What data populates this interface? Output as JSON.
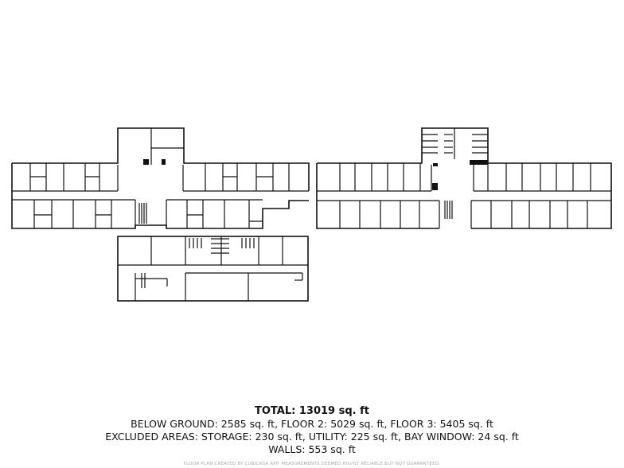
{
  "summary": {
    "total": "TOTAL: 13019 sq. ft",
    "floors": "BELOW GROUND: 2585 sq. ft, FLOOR 2: 5029 sq. ft, FLOOR 3: 5405 sq. ft",
    "excluded": "EXCLUDED AREAS: STORAGE: 230 sq. ft, UTILITY: 225 sq. ft, BAY WINDOW: 24 sq. ft",
    "walls": "WALLS: 553 sq. ft"
  },
  "credit": "FLOOR PLAN CREATED BY CUBICASA APP. MEASUREMENTS DEEMED HIGHLY RELIABLE BUT NOT GUARANTEED.",
  "colors": {
    "wall": "#111111",
    "background": "#ffffff",
    "credit_text": "#aaaaaa"
  }
}
